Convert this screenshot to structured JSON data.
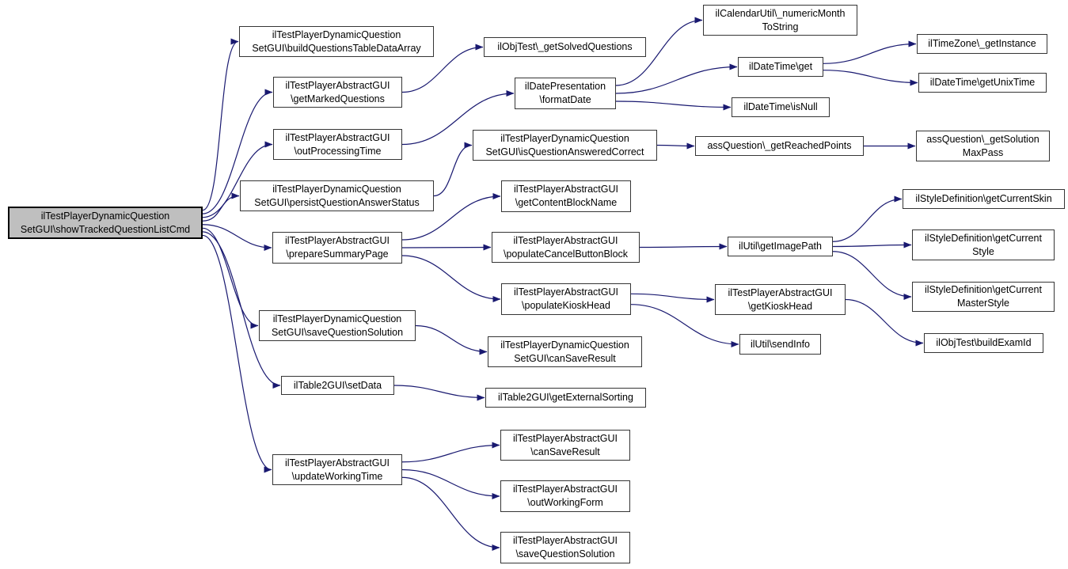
{
  "diagram": {
    "type": "call-graph",
    "edge_color": "#191970",
    "root_fill": "#bfbfbf",
    "node_fill": "#ffffff",
    "nodes": [
      {
        "id": "showTrackedQuestionListCmd",
        "label": "ilTestPlayerDynamicQuestion\nSetGUI\\showTrackedQuestionListCmd"
      },
      {
        "id": "buildQuestionsTableDataArray",
        "label": "ilTestPlayerDynamicQuestion\nSetGUI\\buildQuestionsTableDataArray"
      },
      {
        "id": "getMarkedQuestions",
        "label": "ilTestPlayerAbstractGUI\n\\getMarkedQuestions"
      },
      {
        "id": "outProcessingTime",
        "label": "ilTestPlayerAbstractGUI\n\\outProcessingTime"
      },
      {
        "id": "persistQuestionAnswerStatus",
        "label": "ilTestPlayerDynamicQuestion\nSetGUI\\persistQuestionAnswerStatus"
      },
      {
        "id": "prepareSummaryPage",
        "label": "ilTestPlayerAbstractGUI\n\\prepareSummaryPage"
      },
      {
        "id": "saveQuestionSolutionDyn",
        "label": "ilTestPlayerDynamicQuestion\nSetGUI\\saveQuestionSolution"
      },
      {
        "id": "setData",
        "label": "ilTable2GUI\\setData"
      },
      {
        "id": "updateWorkingTime",
        "label": "ilTestPlayerAbstractGUI\n\\updateWorkingTime"
      },
      {
        "id": "getSolvedQuestions",
        "label": "ilObjTest\\_getSolvedQuestions"
      },
      {
        "id": "formatDate",
        "label": "ilDatePresentation\n\\formatDate"
      },
      {
        "id": "isQuestionAnsweredCorrect",
        "label": "ilTestPlayerDynamicQuestion\nSetGUI\\isQuestionAnsweredCorrect"
      },
      {
        "id": "getContentBlockName",
        "label": "ilTestPlayerAbstractGUI\n\\getContentBlockName"
      },
      {
        "id": "populateCancelButtonBlock",
        "label": "ilTestPlayerAbstractGUI\n\\populateCancelButtonBlock"
      },
      {
        "id": "populateKioskHead",
        "label": "ilTestPlayerAbstractGUI\n\\populateKioskHead"
      },
      {
        "id": "canSaveResultDyn",
        "label": "ilTestPlayerDynamicQuestion\nSetGUI\\canSaveResult"
      },
      {
        "id": "getExternalSorting",
        "label": "ilTable2GUI\\getExternalSorting"
      },
      {
        "id": "canSaveResultAbs",
        "label": "ilTestPlayerAbstractGUI\n\\canSaveResult"
      },
      {
        "id": "outWorkingForm",
        "label": "ilTestPlayerAbstractGUI\n\\outWorkingForm"
      },
      {
        "id": "saveQuestionSolutionAbs",
        "label": "ilTestPlayerAbstractGUI\n\\saveQuestionSolution"
      },
      {
        "id": "numericMonthToString",
        "label": "ilCalendarUtil\\_numericMonth\nToString"
      },
      {
        "id": "dateTimeGet",
        "label": "ilDateTime\\get"
      },
      {
        "id": "dateTimeIsNull",
        "label": "ilDateTime\\isNull"
      },
      {
        "id": "getReachedPoints",
        "label": "assQuestion\\_getReachedPoints"
      },
      {
        "id": "getImagePath",
        "label": "ilUtil\\getImagePath"
      },
      {
        "id": "getKioskHead",
        "label": "ilTestPlayerAbstractGUI\n\\getKioskHead"
      },
      {
        "id": "sendInfo",
        "label": "ilUtil\\sendInfo"
      },
      {
        "id": "getInstance",
        "label": "ilTimeZone\\_getInstance"
      },
      {
        "id": "getUnixTime",
        "label": "ilDateTime\\getUnixTime"
      },
      {
        "id": "getSolutionMaxPass",
        "label": "assQuestion\\_getSolution\nMaxPass"
      },
      {
        "id": "getCurrentSkin",
        "label": "ilStyleDefinition\\getCurrentSkin"
      },
      {
        "id": "getCurrentStyle",
        "label": "ilStyleDefinition\\getCurrent\nStyle"
      },
      {
        "id": "getCurrentMasterStyle",
        "label": "ilStyleDefinition\\getCurrent\nMasterStyle"
      },
      {
        "id": "buildExamId",
        "label": "ilObjTest\\buildExamId"
      }
    ],
    "edges": [
      {
        "from": "showTrackedQuestionListCmd",
        "to": "buildQuestionsTableDataArray"
      },
      {
        "from": "showTrackedQuestionListCmd",
        "to": "getMarkedQuestions"
      },
      {
        "from": "showTrackedQuestionListCmd",
        "to": "outProcessingTime"
      },
      {
        "from": "showTrackedQuestionListCmd",
        "to": "persistQuestionAnswerStatus"
      },
      {
        "from": "showTrackedQuestionListCmd",
        "to": "prepareSummaryPage"
      },
      {
        "from": "showTrackedQuestionListCmd",
        "to": "saveQuestionSolutionDyn"
      },
      {
        "from": "showTrackedQuestionListCmd",
        "to": "setData"
      },
      {
        "from": "showTrackedQuestionListCmd",
        "to": "updateWorkingTime"
      },
      {
        "from": "getMarkedQuestions",
        "to": "getSolvedQuestions"
      },
      {
        "from": "outProcessingTime",
        "to": "formatDate"
      },
      {
        "from": "persistQuestionAnswerStatus",
        "to": "isQuestionAnsweredCorrect"
      },
      {
        "from": "prepareSummaryPage",
        "to": "getContentBlockName"
      },
      {
        "from": "prepareSummaryPage",
        "to": "populateCancelButtonBlock"
      },
      {
        "from": "prepareSummaryPage",
        "to": "populateKioskHead"
      },
      {
        "from": "saveQuestionSolutionDyn",
        "to": "canSaveResultDyn"
      },
      {
        "from": "setData",
        "to": "getExternalSorting"
      },
      {
        "from": "updateWorkingTime",
        "to": "canSaveResultAbs"
      },
      {
        "from": "updateWorkingTime",
        "to": "outWorkingForm"
      },
      {
        "from": "updateWorkingTime",
        "to": "saveQuestionSolutionAbs"
      },
      {
        "from": "formatDate",
        "to": "numericMonthToString"
      },
      {
        "from": "formatDate",
        "to": "dateTimeGet"
      },
      {
        "from": "formatDate",
        "to": "dateTimeIsNull"
      },
      {
        "from": "dateTimeGet",
        "to": "getInstance"
      },
      {
        "from": "dateTimeGet",
        "to": "getUnixTime"
      },
      {
        "from": "isQuestionAnsweredCorrect",
        "to": "getReachedPoints"
      },
      {
        "from": "getReachedPoints",
        "to": "getSolutionMaxPass"
      },
      {
        "from": "populateCancelButtonBlock",
        "to": "getImagePath"
      },
      {
        "from": "populateKioskHead",
        "to": "getKioskHead"
      },
      {
        "from": "populateKioskHead",
        "to": "sendInfo"
      },
      {
        "from": "getKioskHead",
        "to": "buildExamId"
      },
      {
        "from": "getImagePath",
        "to": "getCurrentSkin"
      },
      {
        "from": "getImagePath",
        "to": "getCurrentStyle"
      },
      {
        "from": "getImagePath",
        "to": "getCurrentMasterStyle"
      }
    ]
  }
}
